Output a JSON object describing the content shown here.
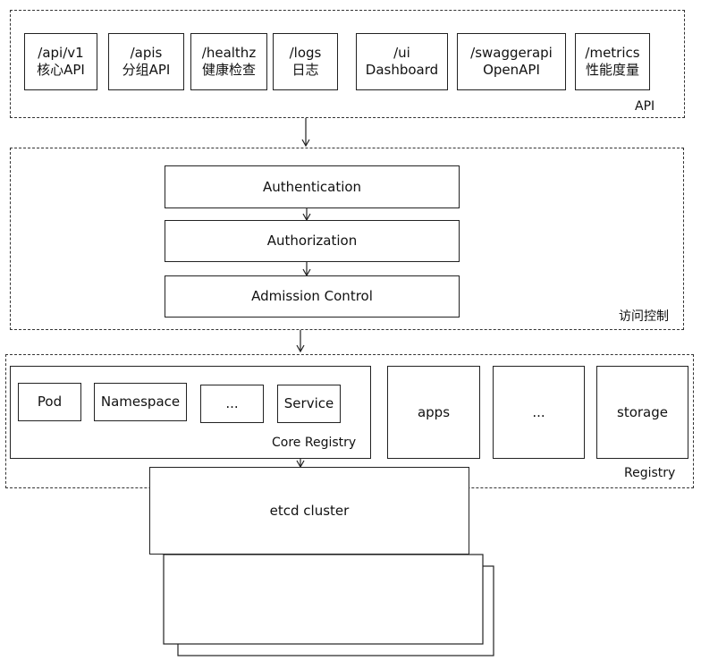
{
  "api": {
    "label": "API",
    "endpoints": [
      {
        "path": "/api/v1",
        "desc": "核心API"
      },
      {
        "path": "/apis",
        "desc": "分组API"
      },
      {
        "path": "/healthz",
        "desc": "健康检查"
      },
      {
        "path": "/logs",
        "desc": "日志"
      },
      {
        "path": "/ui",
        "desc": "Dashboard"
      },
      {
        "path": "/swaggerapi",
        "desc": "OpenAPI"
      },
      {
        "path": "/metrics",
        "desc": "性能度量"
      }
    ]
  },
  "access": {
    "label": "访问控制",
    "steps": [
      "Authentication",
      "Authorization",
      "Admission Control"
    ]
  },
  "registry": {
    "label": "Registry",
    "core": {
      "label": "Core Registry",
      "items": [
        "Pod",
        "Namespace",
        "...",
        "Service"
      ]
    },
    "groups": [
      "apps",
      "...",
      "storage"
    ]
  },
  "etcd": {
    "label": "etcd cluster"
  }
}
